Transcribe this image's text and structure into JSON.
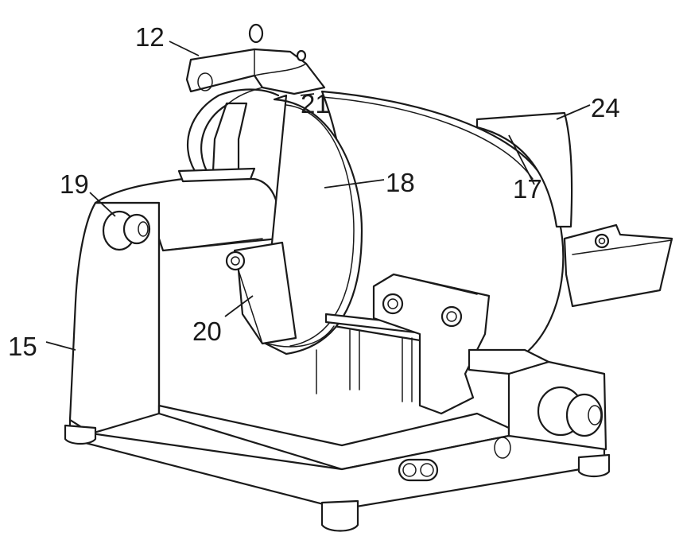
{
  "labels": {
    "l12": "12",
    "l21": "21",
    "l24": "24",
    "l19": "19",
    "l18": "18",
    "l17": "17",
    "l20": "20",
    "l15": "15"
  }
}
